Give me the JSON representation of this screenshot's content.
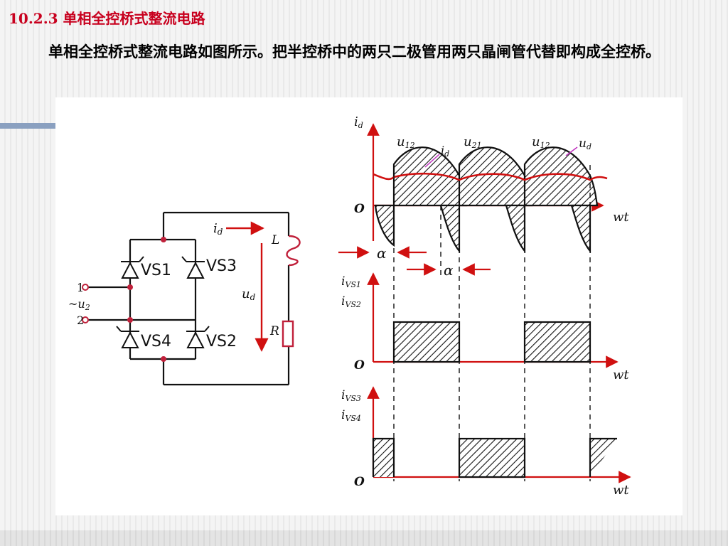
{
  "slide": {
    "title": "10.2.3 单相全控桥式整流电路",
    "paragraph": "单相全控桥式整流电路如图所示。把半控桥中的两只二极管用两只晶闸管代替即构成全控桥。"
  },
  "circuit": {
    "thyristors": [
      "VS1",
      "VS3",
      "VS4",
      "VS2"
    ],
    "terminal_1": "1",
    "terminal_2": "2",
    "source_label": "~u",
    "source_sub": "2",
    "current_label": "i",
    "current_sub": "d",
    "inductor_label": "L",
    "resistor_label": "R",
    "voltage_label": "u",
    "voltage_sub": "d"
  },
  "waveforms": {
    "top": {
      "y_label": "i",
      "y_sub": "d",
      "origin": "O",
      "x_label": "wt",
      "peaks": [
        {
          "label": "u",
          "sub": "12"
        },
        {
          "label": "u",
          "sub": "21"
        },
        {
          "label": "u",
          "sub": "12"
        }
      ],
      "id_label": "i",
      "id_sub": "d",
      "ud_label": "u",
      "ud_sub": "d",
      "alpha": "α"
    },
    "middle": {
      "y_label_1": "i",
      "y_sub_1": "VS1",
      "y_label_2": "i",
      "y_sub_2": "VS2",
      "origin": "O",
      "x_label": "wt"
    },
    "bottom": {
      "y_label_1": "i",
      "y_sub_1": "VS3",
      "y_label_2": "i",
      "y_sub_2": "VS4",
      "origin": "O",
      "x_label": "wt"
    }
  },
  "colors": {
    "title": "#c8001e",
    "accent_bar": "#8aa0c0",
    "current_curve": "#d01010",
    "arrows": "#d01010"
  }
}
